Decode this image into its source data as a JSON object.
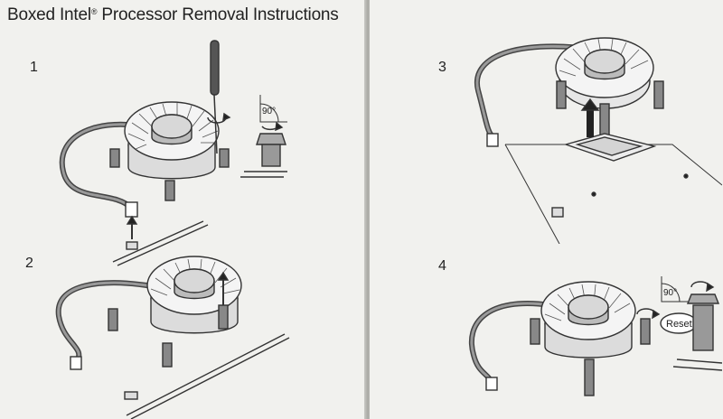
{
  "title": {
    "brand": "Boxed Intel",
    "reg_mark": "®",
    "rest": " Processor Removal Instructions"
  },
  "steps": [
    {
      "number": "1"
    },
    {
      "number": "2"
    },
    {
      "number": "3"
    },
    {
      "number": "4"
    }
  ],
  "callouts": {
    "angle_step1": "90°",
    "angle_step4": "90°",
    "reset_label": "Reset"
  }
}
